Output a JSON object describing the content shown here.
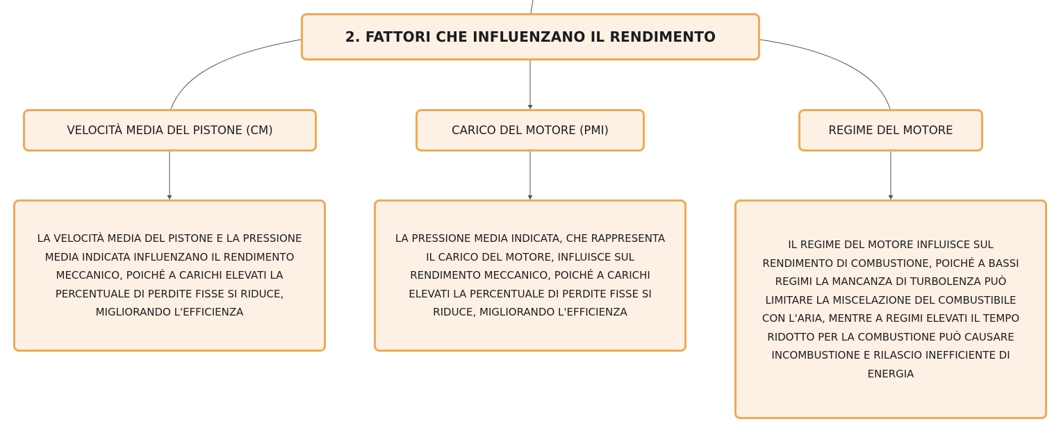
{
  "map": {
    "root": {
      "title": "2. FATTORI CHE INFLUENZANO IL RENDIMENTO"
    },
    "branches": [
      {
        "title": "VELOCITÀ MEDIA DEL PISTONE (CM)",
        "description_lines": [
          "LA VELOCITÀ MEDIA DEL PISTONE E LA PRESSIONE",
          "MEDIA INDICATA INFLUENZANO IL RENDIMENTO",
          "MECCANICO, POICHÉ A CARICHI ELEVATI LA",
          "PERCENTUALE DI PERDITE FISSE SI RIDUCE,",
          "MIGLIORANDO L'EFFICIENZA"
        ]
      },
      {
        "title": "CARICO DEL MOTORE (PMI)",
        "description_lines": [
          "LA PRESSIONE MEDIA INDICATA, CHE RAPPRESENTA",
          "IL CARICO DEL MOTORE, INFLUISCE SUL",
          "RENDIMENTO MECCANICO, POICHÉ A CARICHI",
          "ELEVATI LA PERCENTUALE DI PERDITE FISSE SI",
          "RIDUCE, MIGLIORANDO L'EFFICIENZA"
        ]
      },
      {
        "title": "REGIME DEL MOTORE",
        "description_lines": [
          "IL REGIME DEL MOTORE INFLUISCE SUL",
          "RENDIMENTO DI COMBUSTIONE, POICHÉ A BASSI",
          "REGIMI LA MANCANZA DI TURBOLENZA PUÒ",
          "LIMITARE LA MISCELAZIONE DEL COMBUSTIBILE",
          "CON L'ARIA, MENTRE A REGIMI ELEVATI IL TEMPO",
          "RIDOTTO PER LA COMBUSTIONE PUÒ CAUSARE",
          "INCOMBUSTIONE E RILASCIO INEFFICIENTE DI",
          "ENERGIA"
        ]
      }
    ]
  },
  "colors": {
    "node_fill": "#fdf1e6",
    "node_border": "#f0a954",
    "connector": "#555555",
    "text": "#1c1c1c"
  }
}
